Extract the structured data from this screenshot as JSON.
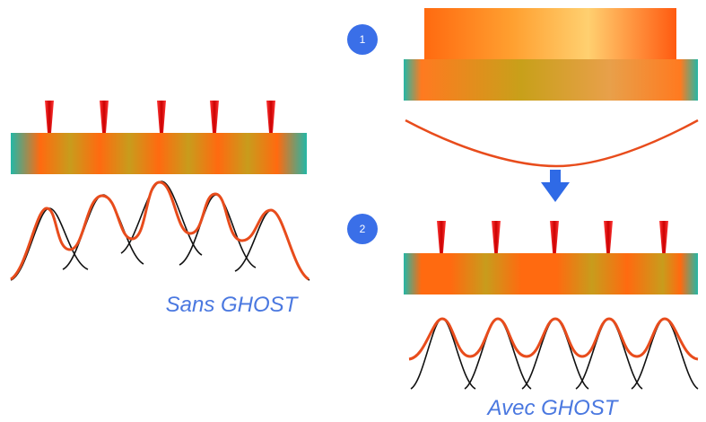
{
  "left_panel": {
    "caption": "Sans GHOST"
  },
  "right_panel": {
    "caption": "Avec GHOST",
    "steps": [
      {
        "number": "1"
      },
      {
        "number": "2"
      }
    ]
  },
  "colors": {
    "red_curve": "#e84c1c",
    "black_curve": "#111111",
    "marker_red": "#ee1111",
    "badge_blue": "#3a6fe8",
    "arrow_blue": "#2f6ae6",
    "caption_blue": "#4a78e0",
    "bar_teal": "#2ab7a0",
    "bar_orange": "#ff6a10",
    "bar_olive": "#c8a01a"
  }
}
